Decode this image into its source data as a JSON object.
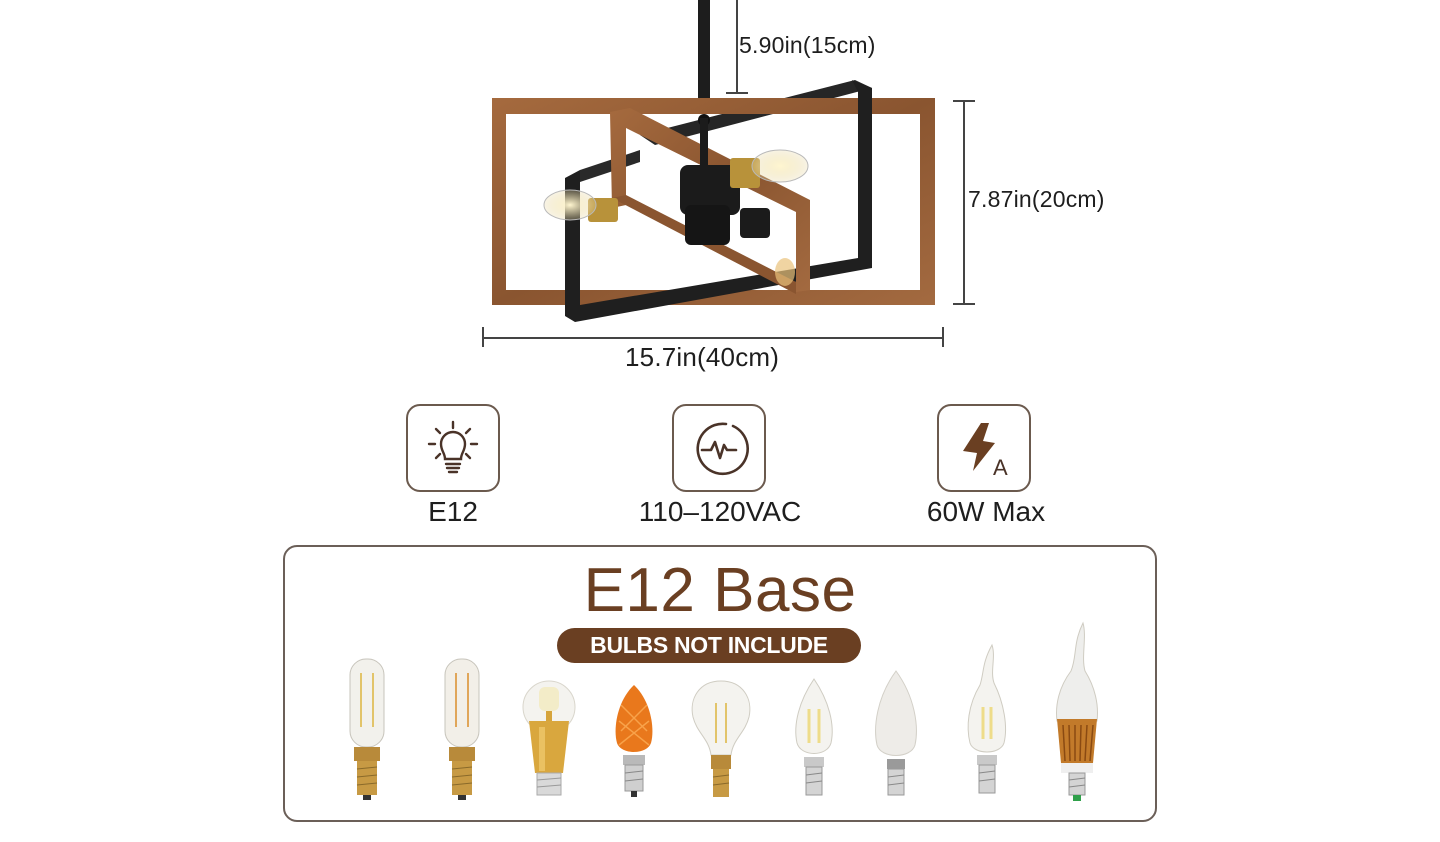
{
  "product": {
    "name": "Rectangular wood-and-metal 4-light ceiling fixture"
  },
  "dimensions": {
    "rod_height": "5.90in(15cm)",
    "height": "7.87in(20cm)",
    "width": "15.7in(40cm)"
  },
  "specs": [
    {
      "icon": "lightbulb-icon",
      "label": "E12"
    },
    {
      "icon": "waveform-icon",
      "label": "110–120VAC"
    },
    {
      "icon": "lightning-amp-icon",
      "label": "60W Max"
    }
  ],
  "bulb_panel": {
    "title": "E12 Base",
    "notice": "BULBS NOT INCLUDE",
    "bulbs": [
      {
        "type": "tubular-filament-clear"
      },
      {
        "type": "tubular-filament-amber"
      },
      {
        "type": "led-globe-gold-base"
      },
      {
        "type": "faceted-c7-orange"
      },
      {
        "type": "a15-filament-clear"
      },
      {
        "type": "candle-filament-clear"
      },
      {
        "type": "candle-frosted"
      },
      {
        "type": "flame-tip-filament-clear"
      },
      {
        "type": "flame-tip-led-gold"
      }
    ]
  },
  "colors": {
    "brand_brown": "#6a3f22",
    "wood": "#9a6238",
    "metal": "#1f1f1f",
    "icon_border": "#6b5a4e"
  }
}
